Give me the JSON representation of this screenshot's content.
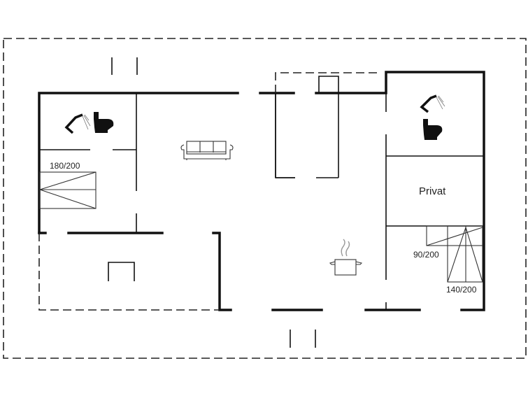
{
  "rooms": {
    "private_label": "Privat"
  },
  "beds": [
    {
      "label": "180/200"
    },
    {
      "label": "90/200"
    },
    {
      "label": "140/200"
    }
  ],
  "icons": [
    "shower-icon",
    "toilet-icon",
    "sofa-icon",
    "cooking-pot-icon"
  ]
}
